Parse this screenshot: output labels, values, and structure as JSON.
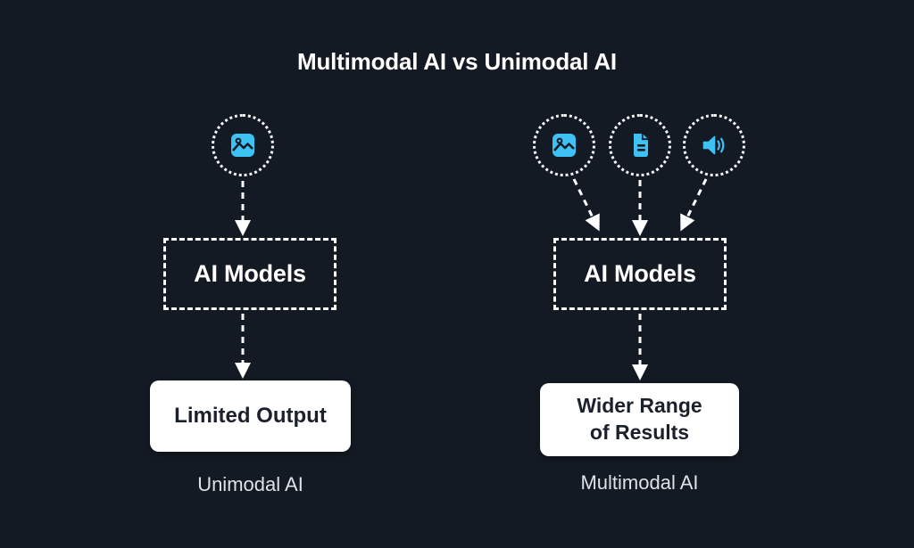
{
  "title": "Multimodal AI vs Unimodal AI",
  "colors": {
    "background": "#141A24",
    "accent_cyan": "#3EC1F3",
    "dash_white": "#FFFFFF",
    "output_box_bg": "#FFFFFF",
    "output_text_dark": "#1A202C",
    "caption_text": "#DEE1E6"
  },
  "unimodal": {
    "inputs": [
      {
        "icon": "image-icon"
      }
    ],
    "model_label": "AI Models",
    "output_label": "Limited Output",
    "caption": "Unimodal AI"
  },
  "multimodal": {
    "inputs": [
      {
        "icon": "image-icon"
      },
      {
        "icon": "document-icon"
      },
      {
        "icon": "audio-icon"
      }
    ],
    "model_label": "AI Models",
    "output_label": "Wider Range\nof Results",
    "caption": "Multimodal AI"
  }
}
